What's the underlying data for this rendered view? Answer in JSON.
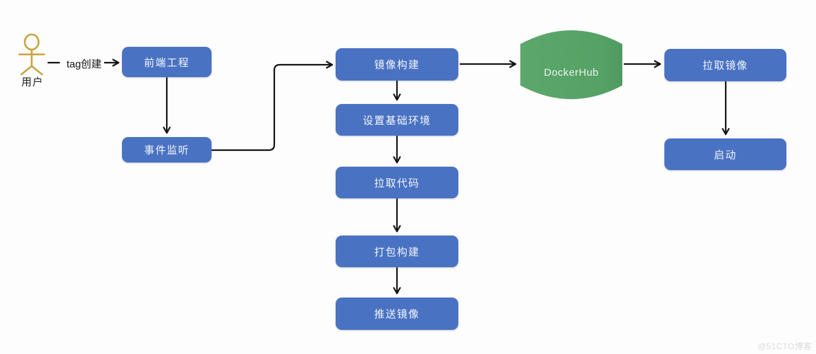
{
  "diagram": {
    "actor": {
      "label": "用户"
    },
    "flow_label": "tag创建",
    "nodes": {
      "frontend": {
        "label": "前端工程"
      },
      "event_listener": {
        "label": "事件监听"
      },
      "image_build": {
        "label": "镜像构建"
      },
      "setup_env": {
        "label": "设置基础环境"
      },
      "pull_code": {
        "label": "拉取代码"
      },
      "package_build": {
        "label": "打包构建"
      },
      "push_image": {
        "label": "推送镜像"
      },
      "dockerhub": {
        "label": "DockerHub"
      },
      "pull_image": {
        "label": "拉取镜像"
      },
      "start": {
        "label": "启动"
      }
    },
    "watermark": "@51CTO博客",
    "colors": {
      "node-blue": "#4a72c2",
      "node-green-1": "#5ca76b",
      "node-green-2": "#4f9b5f",
      "line": "#131313",
      "actor-gold": "#c8a23e"
    }
  }
}
